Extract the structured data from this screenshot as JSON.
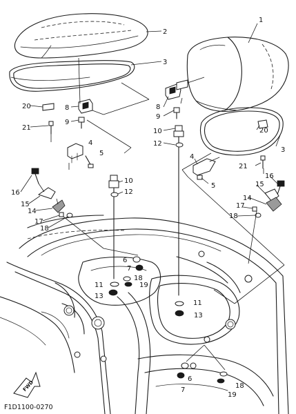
{
  "diagram_code": "F1D1100-0270",
  "direction_arrow_label": "FWD",
  "callouts": {
    "c1": "1",
    "c2": "2",
    "c3": "3",
    "c4a": "4",
    "c4b": "4",
    "c5a": "5",
    "c5b": "5",
    "c6a": "6",
    "c6b": "6",
    "c7a": "7",
    "c7b": "7",
    "c8a": "8",
    "c8b": "8",
    "c9a": "9",
    "c9b": "9",
    "c10a": "10",
    "c10b": "10",
    "c11a": "11",
    "c11b": "11",
    "c12a": "12",
    "c12b": "12",
    "c13a": "13",
    "c13b": "13",
    "c14a": "14",
    "c14b": "14",
    "c15a": "15",
    "c15b": "15",
    "c16a": "16",
    "c16b": "16",
    "c17a": "17",
    "c17b": "17",
    "c18a": "18",
    "c18b": "18",
    "c18c": "18",
    "c18d": "18",
    "c19a": "19",
    "c19b": "19",
    "c20a": "20",
    "c20b": "20",
    "c21a": "21",
    "c21b": "21",
    "c3b": "3"
  }
}
